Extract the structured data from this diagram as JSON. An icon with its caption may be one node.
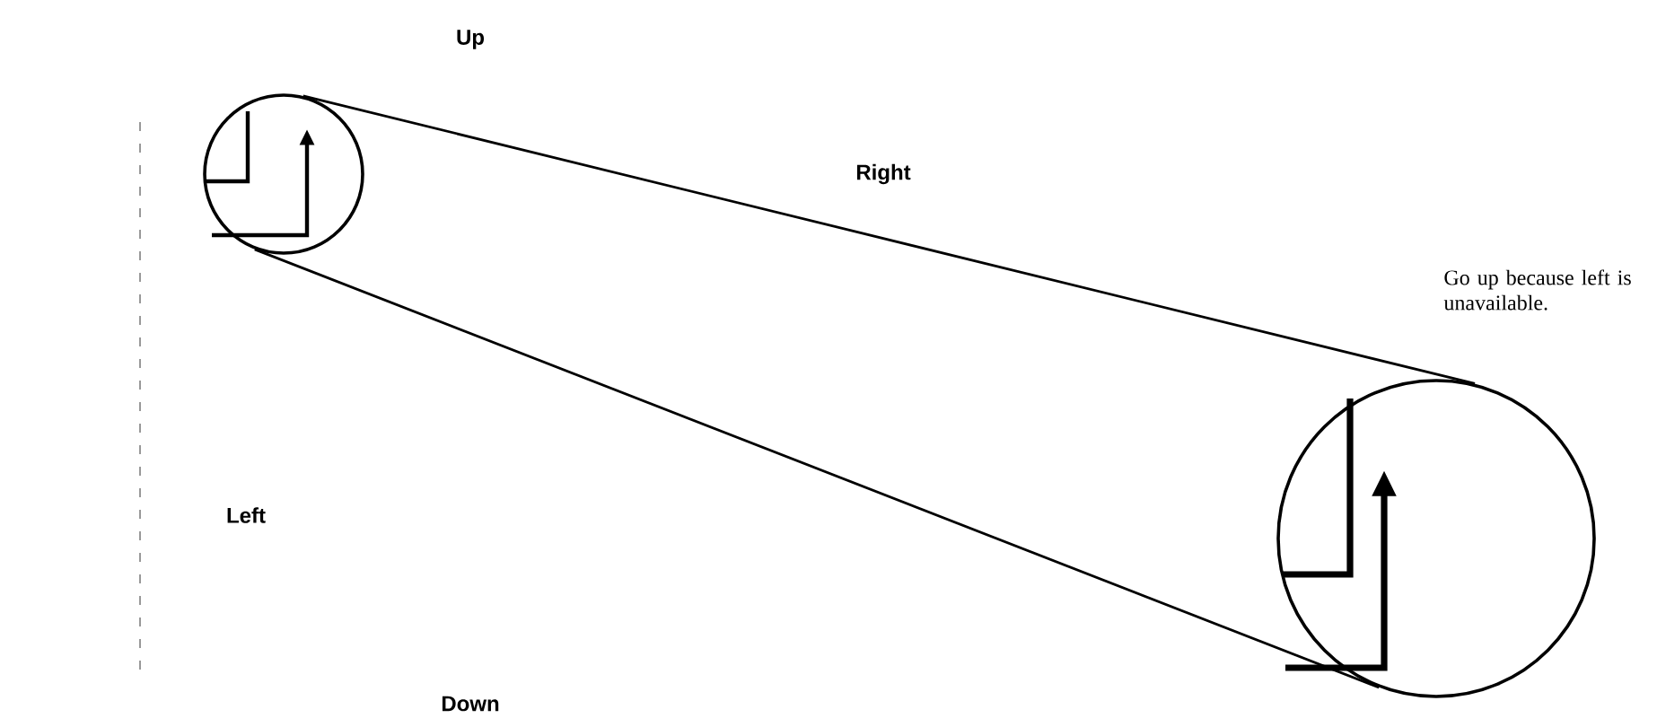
{
  "diagram": {
    "nodes": [
      {
        "text": [],
        "shape": "circle"
      },
      {
        "text": [],
        "shape": "circle",
        "beside": [
          "Go up because left is unavailable."
        ]
      }
    ],
    "edges": [
      {
        "from": 0,
        "to": 1,
        "arrow": "none"
      },
      {
        "from": 0,
        "to": 1,
        "arrow": "none"
      }
    ],
    "labels": [
      "Up",
      "Right",
      "Left",
      "Down"
    ]
  }
}
